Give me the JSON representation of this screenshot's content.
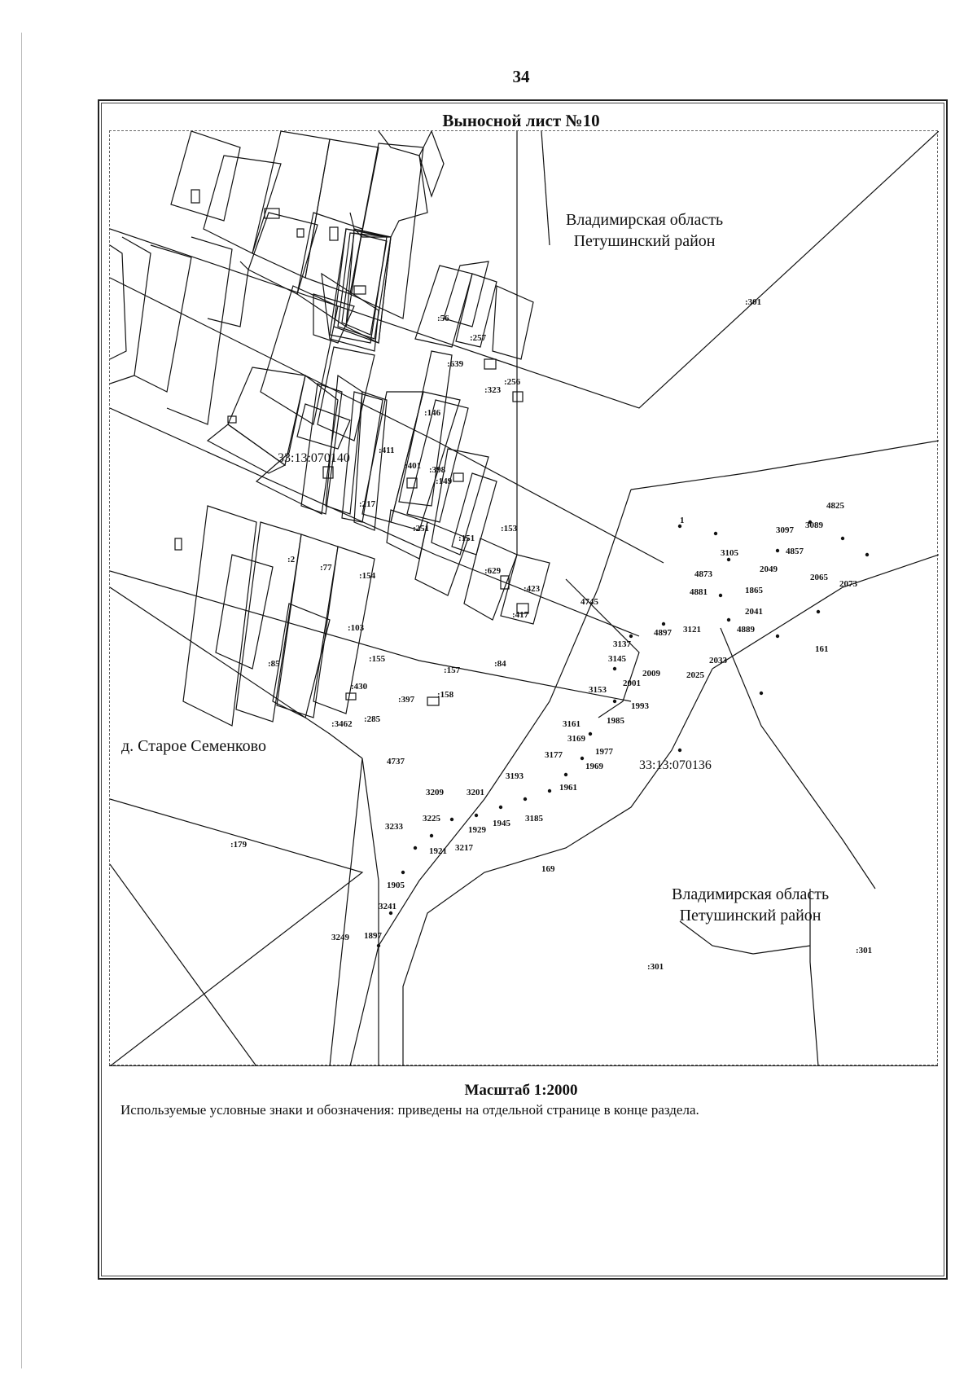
{
  "page_number": "34",
  "sheet_title": "Выносной лист №10",
  "regions": {
    "top": {
      "line1": "Владимирская область",
      "line2": "Петушинский район"
    },
    "bottom": {
      "line1": "Владимирская область",
      "line2": "Петушинский район"
    }
  },
  "village_name": "д. Старое Семенково",
  "cadastral_blocks": [
    "33:13:070140",
    "33:13:070136"
  ],
  "parcel_labels": [
    ":301",
    ":56",
    ":257",
    ":639",
    ":256",
    ":323",
    ":146",
    ":411",
    ":401",
    ":398",
    ":149",
    ":217",
    ":251",
    ":151",
    ":153",
    ":2",
    ":77",
    ":154",
    ":629",
    ":423",
    ":417",
    ":103",
    ":155",
    ":85",
    ":430",
    ":157",
    ":158",
    ":84",
    ":397",
    ":3462",
    ":285",
    ":179",
    ":301",
    ":301"
  ],
  "point_labels": [
    "1",
    "4745",
    "4737",
    "169",
    "161",
    "4825",
    "3089",
    "3097",
    "4857",
    "3105",
    "2049",
    "2065",
    "2073",
    "4873",
    "4881",
    "1865",
    "2041",
    "4889",
    "4897",
    "3121",
    "3137",
    "3145",
    "2009",
    "2025",
    "2033",
    "2001",
    "3153",
    "1993",
    "1985",
    "3161",
    "3169",
    "1977",
    "3177",
    "1969",
    "1961",
    "3193",
    "3209",
    "3201",
    "3185",
    "1945",
    "3225",
    "3233",
    "1929",
    "1921",
    "3217",
    "1905",
    "3241",
    "3249",
    "1897"
  ],
  "scale": "Масштаб 1:2000",
  "legend_note": "Используемые условные знаки и обозначения: приведены на отдельной странице в конце раздела."
}
